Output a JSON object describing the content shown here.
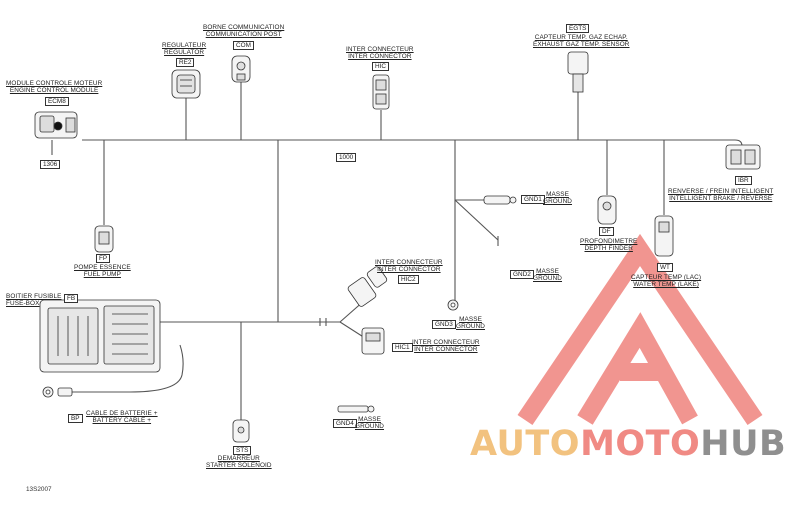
{
  "components": {
    "ecm": {
      "fr": "MODULE CONTROLE MOTEUR",
      "en": "ENGINE CONTROL MODULE",
      "code": "ECM8"
    },
    "splice_1306": {
      "code": "1306"
    },
    "splice_1000": {
      "code": "1000"
    },
    "regulator": {
      "fr": "REGULATEUR",
      "en": "REGULATOR",
      "code": "RE2"
    },
    "com_post": {
      "fr": "BORNE COMMUNICATION",
      "en": "COMMUNICATION POST",
      "code": "COM"
    },
    "hic": {
      "fr": "INTER CONNECTEUR",
      "en": "INTER CONNECTOR",
      "code": "HIC"
    },
    "egts": {
      "fr": "CAPTEUR TEMP. GAZ ECHAP.",
      "en": "EXHAUST GAZ TEMP. SENSOR",
      "code": "EGTS"
    },
    "ibr": {
      "fr": "RENVERSE / FREIN INTELLIGENT",
      "en": "INTELLIGENT BRAKE / REVERSE",
      "code": "IBR"
    },
    "fuel_pump": {
      "fr": "POMPE ESSENCE",
      "en": "FUEL PUMP",
      "code": "FP"
    },
    "gnd1": {
      "fr": "MASSE",
      "en": "GROUND",
      "code": "GND1"
    },
    "gnd2": {
      "fr": "MASSE",
      "en": "GROUND",
      "code": "GND2"
    },
    "depth_finder": {
      "fr": "PROFONDIMETRE",
      "en": "DEPTH FINDER",
      "code": "DF"
    },
    "water_temp": {
      "fr": "CAPTEUR TEMP (LAC)",
      "en": "WATER TEMP (LAKE)",
      "code": "WT"
    },
    "hic2": {
      "fr": "INTER CONNECTEUR",
      "en": "INTER CONNECTOR",
      "code": "HIC2"
    },
    "fuse_box": {
      "fr": "BOITIER FUSIBLE",
      "en": "FUSE-BOX",
      "code": "FB"
    },
    "gnd3": {
      "fr": "MASSE",
      "en": "GROUND",
      "code": "GND3"
    },
    "hic1": {
      "fr": "INTER CONNECTEUR",
      "en": "INTER CONNECTOR",
      "code": "HIC1"
    },
    "battery_cable": {
      "fr": "CABLE DE BATTERIE +",
      "en": "BATTERY CABLE +",
      "code": "BP"
    },
    "gnd4": {
      "fr": "MASSE",
      "en": "GROUND",
      "code": "GND4"
    },
    "starter": {
      "fr": "DEMARREUR",
      "en": "STARTER SOLENOID",
      "code": "STS"
    }
  },
  "document_number": "13S2007",
  "watermark": {
    "part1": "AUTO",
    "part2": "MOTO",
    "part3": "HUB"
  },
  "colors": {
    "wire": "#555555",
    "watermark_red": "#f08a84",
    "watermark_orange": "#f2c27f",
    "watermark_gray": "#8f8f8f"
  }
}
